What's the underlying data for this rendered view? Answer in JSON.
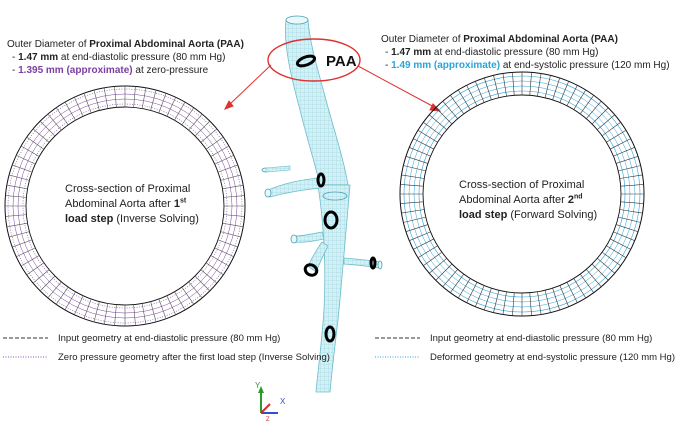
{
  "left_info": {
    "heading_pre": "Outer Diameter of ",
    "heading_bold": "Proximal Abdominal Aorta (PAA)",
    "line1_dash": "- ",
    "line1_val": "1.47 mm",
    "line1_rest": " at end-diastolic pressure (80 mm Hg)",
    "line2_dash": "- ",
    "line2_val": "1.395 mm (approximate)",
    "line2_rest": " at zero-pressure"
  },
  "right_info": {
    "heading_pre": "Outer Diameter of ",
    "heading_bold": "Proximal Abdominal Aorta (PAA)",
    "line1_dash": "- ",
    "line1_val": "1.47 mm",
    "line1_rest": " at end-diastolic pressure (80 mm Hg)",
    "line2_dash": "- ",
    "line2_val": "1.49 mm (approximate)",
    "line2_rest": " at end-systolic pressure (120 mm Hg)"
  },
  "paa_label": "PAA",
  "left_caption": {
    "line1": "Cross-section of Proximal",
    "line2_pre": "Abdominal Aorta after ",
    "line2_num": "1",
    "line2_sup": "st",
    "line3_bold": "load step",
    "line3_rest": " (Inverse Solving)"
  },
  "right_caption": {
    "line1": "Cross-section of Proximal",
    "line2_pre": "Abdominal Aorta after ",
    "line2_num": "2",
    "line2_sup": "nd",
    "line3_bold": "load step",
    "line3_rest": " (Forward Solving)"
  },
  "legend_left": [
    {
      "label": "Input geometry at end-diastolic pressure (80 mm Hg)",
      "color": "#333333",
      "style": "dashed"
    },
    {
      "label": "Zero pressure geometry after the first load step (Inverse Solving)",
      "color": "#8a4fb0",
      "style": "dotted"
    }
  ],
  "legend_right": [
    {
      "label": "Input geometry at end-diastolic pressure (80 mm Hg)",
      "color": "#333333",
      "style": "dashed"
    },
    {
      "label": "Deformed geometry at end-systolic pressure (120 mm Hg)",
      "color": "#2aa4d8",
      "style": "dotted"
    }
  ],
  "axes": {
    "y": "Y",
    "x": "X",
    "z": "Z"
  },
  "colors": {
    "purple": "#7a3fa0",
    "cyan": "#2aa4d8",
    "red": "#e03030",
    "vessel_fill": "#cdeef3",
    "vessel_line": "#7fc9d8"
  }
}
